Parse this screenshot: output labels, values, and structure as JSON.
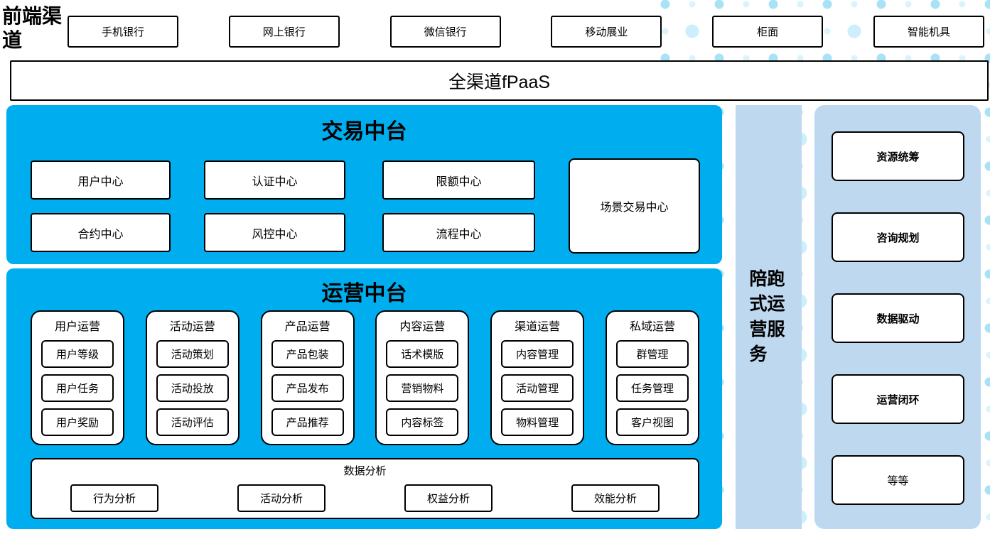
{
  "front_channels": {
    "label": "前端渠道",
    "items": [
      "手机银行",
      "网上银行",
      "微信银行",
      "移动展业",
      "柜面",
      "智能机具"
    ]
  },
  "fpaas_bar": {
    "label": "全渠道fPaaS"
  },
  "trading_platform": {
    "title": "交易中台",
    "row1": [
      "用户中心",
      "认证中心",
      "限额中心"
    ],
    "row2": [
      "合约中心",
      "风控中心",
      "流程中心"
    ],
    "tall_box": "场景交易中心"
  },
  "operation_platform": {
    "title": "运营中台",
    "columns": [
      {
        "title": "用户运营",
        "items": [
          "用户等级",
          "用户任务",
          "用户奖励"
        ]
      },
      {
        "title": "活动运营",
        "items": [
          "活动策划",
          "活动投放",
          "活动评估"
        ]
      },
      {
        "title": "产品运营",
        "items": [
          "产品包装",
          "产品发布",
          "产品推荐"
        ]
      },
      {
        "title": "内容运营",
        "items": [
          "话术模版",
          "营销物料",
          "内容标签"
        ]
      },
      {
        "title": "渠道运营",
        "items": [
          "内容管理",
          "活动管理",
          "物料管理"
        ]
      },
      {
        "title": "私域运营",
        "items": [
          "群管理",
          "任务管理",
          "客户视图"
        ]
      }
    ],
    "data_analysis": {
      "title": "数据分析",
      "items": [
        "行为分析",
        "活动分析",
        "权益分析",
        "效能分析"
      ]
    }
  },
  "side_bar": {
    "label": "陪跑式运营服务"
  },
  "right_panel": {
    "items": [
      {
        "label": "资源统筹",
        "bold": true
      },
      {
        "label": "咨询规划",
        "bold": true
      },
      {
        "label": "数据驱动",
        "bold": true
      },
      {
        "label": "运营闭环",
        "bold": true
      },
      {
        "label": "等等",
        "bold": false
      }
    ]
  },
  "colors": {
    "accent_blue": "#00AEEF",
    "light_blue": "#BDD8EF",
    "dot_light": "#CDEEFB",
    "dot_mid": "#A9E2F7"
  }
}
